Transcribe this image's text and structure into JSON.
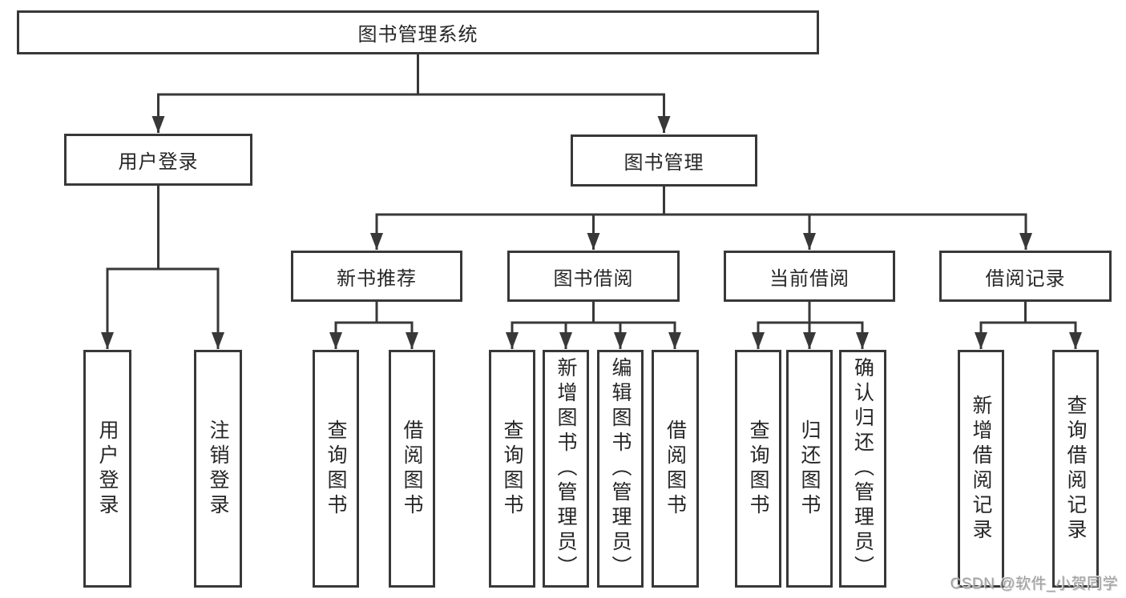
{
  "root": {
    "label": "图书管理系统"
  },
  "user_login": {
    "label": "用户登录",
    "children": [
      {
        "label": "用户登录"
      },
      {
        "label": "注销登录"
      }
    ]
  },
  "book_management": {
    "label": "图书管理",
    "groups": [
      {
        "label": "新书推荐",
        "children": [
          {
            "label": "查询图书"
          },
          {
            "label": "借阅图书"
          }
        ]
      },
      {
        "label": "图书借阅",
        "children": [
          {
            "label": "查询图书"
          },
          {
            "label": "新增图书（管理员）"
          },
          {
            "label": "编辑图书（管理员）"
          },
          {
            "label": "借阅图书"
          }
        ]
      },
      {
        "label": "当前借阅",
        "children": [
          {
            "label": "查询图书"
          },
          {
            "label": "归还图书"
          },
          {
            "label": "确认归还（管理员）"
          }
        ]
      },
      {
        "label": "借阅记录",
        "children": [
          {
            "label": "新增借阅记录"
          },
          {
            "label": "查询借阅记录"
          }
        ]
      }
    ]
  },
  "watermark": {
    "text": "CSDN @软件_小贺同学"
  },
  "colors": {
    "line": "#383838",
    "box_border": "#383838",
    "text": "#262626",
    "watermark": "#a0a0a0",
    "background": "#ffffff"
  }
}
